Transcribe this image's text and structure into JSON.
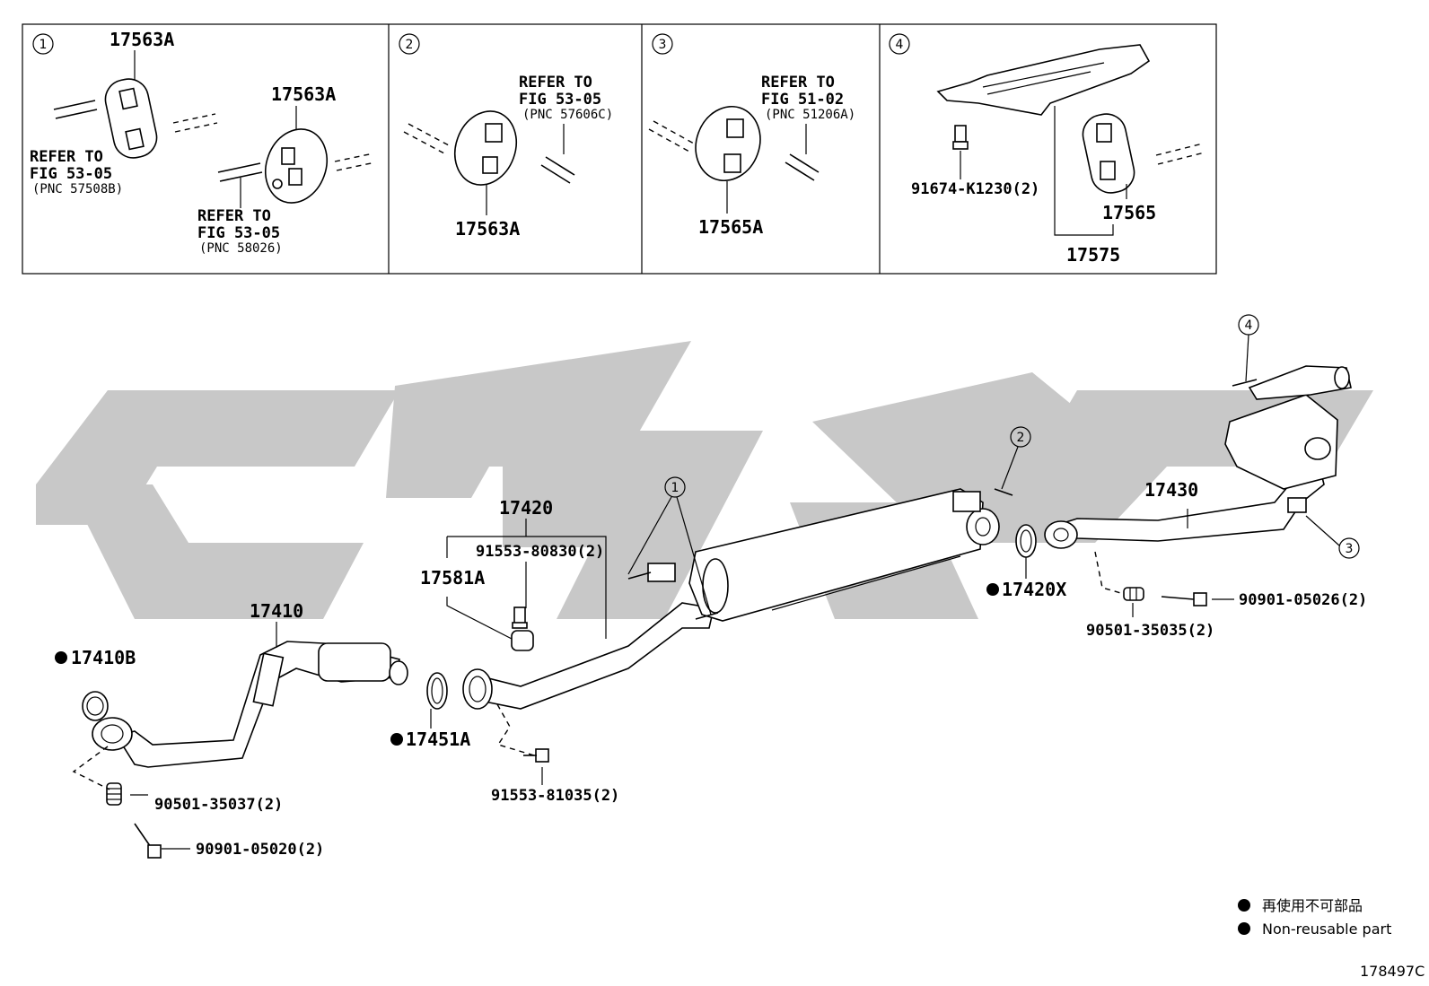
{
  "panels": [
    {
      "num": "1",
      "parts": [
        "17563A",
        "17563A"
      ],
      "refs": [
        {
          "l1": "REFER TO",
          "l2": "FIG 53-05",
          "l3": "(PNC 57508B)"
        },
        {
          "l1": "REFER TO",
          "l2": "FIG 53-05",
          "l3": "(PNC 58026)"
        }
      ]
    },
    {
      "num": "2",
      "parts": [
        "17563A"
      ],
      "refs": [
        {
          "l1": "REFER TO",
          "l2": "FIG 53-05",
          "l3": "(PNC 57606C)"
        }
      ]
    },
    {
      "num": "3",
      "parts": [
        "17565A"
      ],
      "refs": [
        {
          "l1": "REFER TO",
          "l2": "FIG 51-02",
          "l3": "(PNC 51206A)"
        }
      ]
    },
    {
      "num": "4",
      "parts": [
        "91674-K1230(2)",
        "17565",
        "17575"
      ],
      "refs": []
    }
  ],
  "main": {
    "callouts": [
      "1",
      "2",
      "3",
      "4"
    ],
    "labels": {
      "p17410": "17410",
      "p17410B": "17410B",
      "p90501_35037": "90501-35037(2)",
      "p90901_05020": "90901-05020(2)",
      "p17451A": "17451A",
      "p17420": "17420",
      "p91553_80830": "91553-80830(2)",
      "p17581A": "17581A",
      "p91553_81035": "91553-81035(2)",
      "p17420X": "17420X",
      "p17430": "17430",
      "p90901_05026": "90901-05026(2)",
      "p90501_35035": "90501-35035(2)"
    }
  },
  "legend": {
    "jp": "再使用不可部品",
    "en": "Non-reusable part"
  },
  "figure_code": "178497C"
}
